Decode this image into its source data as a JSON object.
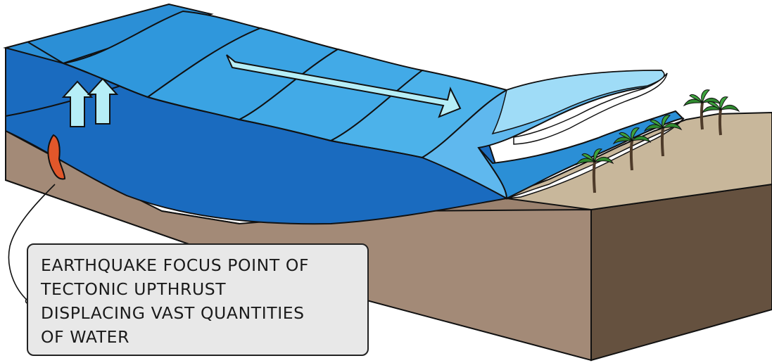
{
  "diagram": {
    "label": {
      "lines": [
        "EARTHQUAKE FOCUS POINT OF",
        "TECTONIC UPTHRUST",
        "DISPLACING VAST QUANTITIES",
        "OF WATER"
      ]
    },
    "colors": {
      "ocean_dark": "#1a6bbf",
      "ocean_mid": "#2b8fd6",
      "wave_light": "#5fb8ee",
      "wave_crest": "#9fdcf7",
      "arrow_fill": "#b6eef7",
      "seabed_top": "#a48b78",
      "seabed_side": "#6e5847",
      "land_top": "#c8b79b",
      "land_side": "#65513f",
      "focus_point": "#e2572a",
      "label_bg": "#e8e8e8"
    },
    "icons": [
      "up-arrow-icon",
      "direction-arrow-icon",
      "palm-tree-icon",
      "focus-point-icon"
    ]
  }
}
